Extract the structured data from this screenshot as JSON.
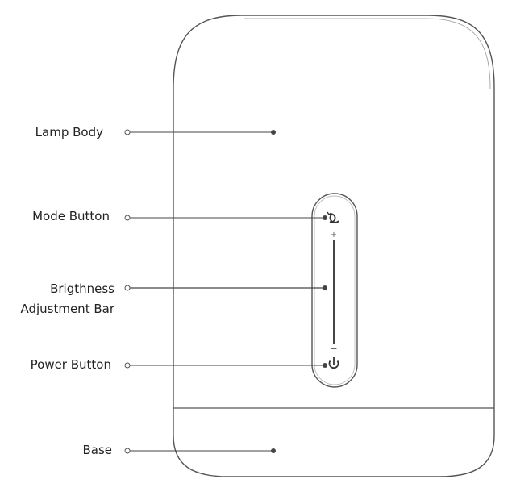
{
  "labels": {
    "lamp_body": "Lamp Body",
    "mode_button": "Mode Button",
    "brightness_line1": "Brigthness",
    "brightness_line2": "Adjustment Bar",
    "power_button": "Power Button",
    "base": "Base"
  },
  "brightness_bar": {
    "plus": "+",
    "minus": "−"
  },
  "icons": {
    "mode": "refresh-icon",
    "power": "power-icon"
  },
  "colors": {
    "outline": "#555555",
    "leader": "#444444",
    "text": "#222222"
  }
}
